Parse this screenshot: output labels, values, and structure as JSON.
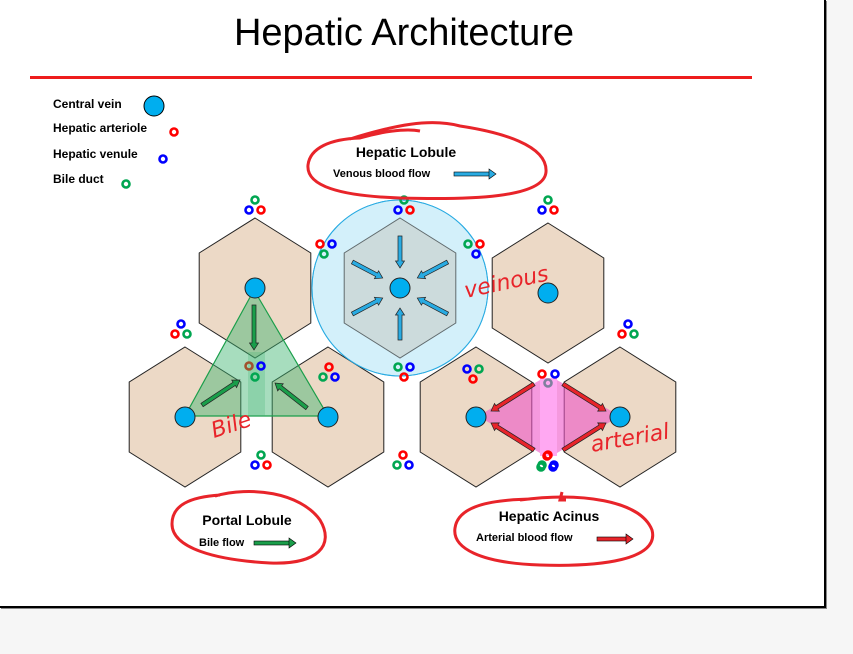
{
  "slide": {
    "title": "Hepatic Architecture",
    "accent_color": "#ee1c1c"
  },
  "legend": [
    {
      "label": "Central vein",
      "icon": "central-vein-icon",
      "color": "#00aeef"
    },
    {
      "label": "Hepatic arteriole",
      "icon": "arteriole-ring-icon",
      "color": "#ff0000"
    },
    {
      "label": "Hepatic venule",
      "icon": "venule-ring-icon",
      "color": "#0000ff"
    },
    {
      "label": "Bile duct",
      "icon": "bile-duct-ring-icon",
      "color": "#00a651"
    }
  ],
  "callouts": {
    "hepatic_lobule": {
      "title": "Hepatic Lobule",
      "subtitle": "Venous blood flow",
      "arrow_color": "#29abe2"
    },
    "portal_lobule": {
      "title": "Portal Lobule",
      "subtitle": "Bile flow",
      "arrow_color": "#1a9e4a"
    },
    "hepatic_acinus": {
      "title": "Hepatic Acinus",
      "subtitle": "Arterial blood flow",
      "arrow_color": "#e8242a"
    }
  },
  "annotations": {
    "venous": "veinous",
    "bile": "Bile",
    "arterial": "arterial"
  },
  "colors": {
    "hex_fill": "#ecd9c6",
    "lobule_fill": "#c8d0cc",
    "lobule_circle": "#d3f0fa",
    "portal_fill": "#3cb46e",
    "acinus_fill": "#ee55c8",
    "central_vein": "#00aeef"
  }
}
